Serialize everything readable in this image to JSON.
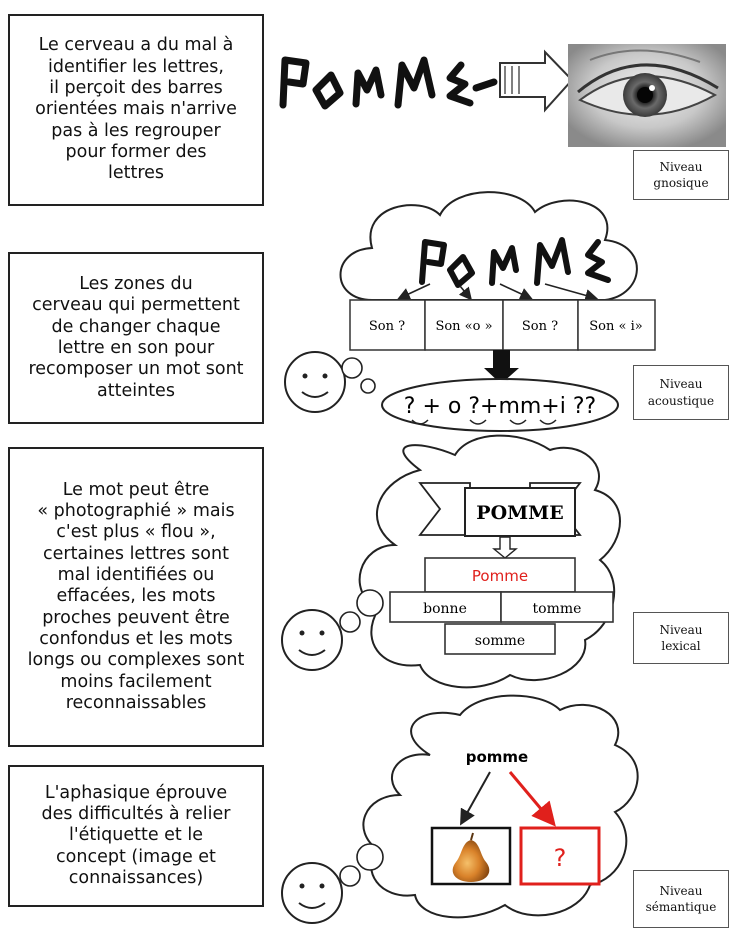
{
  "descriptions": [
    {
      "lines": [
        "Le cerveau a du mal à",
        "identifier les lettres,",
        "il perçoit des barres",
        "orientées mais n'arrive",
        "pas à les regrouper",
        "pour former des",
        "lettres"
      ]
    },
    {
      "lines": [
        "Les zones du",
        "cerveau qui permettent",
        "de changer chaque",
        "lettre en son pour",
        "recomposer un mot sont",
        "atteintes"
      ]
    },
    {
      "lines": [
        "Le mot peut être",
        "« photographié » mais",
        "c'est plus « flou »,",
        "certaines lettres sont",
        "mal identifiées ou",
        "effacées, les mots",
        "proches peuvent être",
        "confondus et les mots",
        "longs ou complexes sont",
        "moins facilement",
        "reconnaissables"
      ]
    },
    {
      "lines": [
        "L'aphasique éprouve",
        "des difficultés à relier",
        "l'étiquette et le",
        "concept (image et",
        "connaissances)"
      ]
    }
  ],
  "levels": [
    {
      "line1": "Niveau",
      "line2": "gnosique"
    },
    {
      "line1": "Niveau",
      "line2": "acoustique"
    },
    {
      "line1": "Niveau",
      "line2": "lexical"
    },
    {
      "line1": "Niveau",
      "line2": "sémantique"
    }
  ],
  "acoustic": {
    "sounds": [
      "Son ?",
      "Son «o »",
      "Son ?",
      "Son « i»"
    ],
    "result": "? + o ?+mm+i ??"
  },
  "lexical": {
    "word": "POMME",
    "target": "Pomme",
    "neighbors": [
      "bonne",
      "tomme",
      "somme"
    ]
  },
  "semantic": {
    "label": "pomme",
    "unknown": "?"
  },
  "colors": {
    "red": "#e0201c",
    "line": "#222222"
  }
}
